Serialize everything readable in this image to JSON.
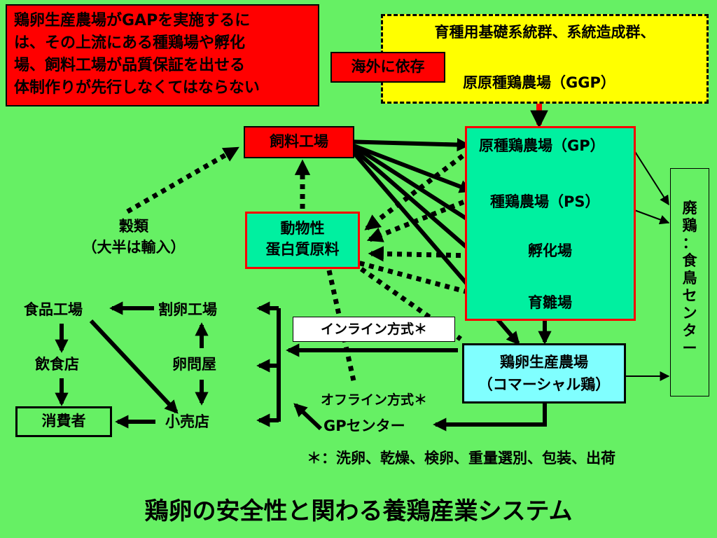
{
  "note": {
    "lines": [
      "鶏卵生産農場がGAPを実施するに",
      "は、その上流にある種鶏場や孵化",
      "場、飼料工場が品質保証を出せる",
      "体制作りが先行しなくてはならない"
    ]
  },
  "ggp": {
    "line1": "育種用基礎系統群、系統造成群、",
    "line2": "原原種鶏農場（GGP）"
  },
  "overseas": "海外に依存",
  "feed_factory": "飼料工場",
  "gp": "原種鶏農場（GP）",
  "ps": "種鶏農場（PS）",
  "hatchery": "孵化場",
  "rearing": "育雛場",
  "protein": {
    "line1": "動物性",
    "line2": "蛋白質原料"
  },
  "grain": {
    "line1": "穀類",
    "line2": "（大半は輸入）"
  },
  "spent_hen": [
    "廃",
    "鶏",
    "：",
    "食",
    "鳥",
    "セ",
    "ン",
    "タ",
    "ー"
  ],
  "food_factory": "食品工場",
  "egg_breaking": "割卵工場",
  "restaurant": "飲食店",
  "wholesaler": "卵問屋",
  "consumer": "消費者",
  "retailer": "小売店",
  "inline": "インライン方式＊",
  "egg_farm": {
    "line1": "鶏卵生産農場",
    "line2": "（コマーシャル鶏）"
  },
  "offline": "オフライン方式＊",
  "gp_center": "GPセンター",
  "footnote": "＊：洗卵、乾燥、検卵、重量選別、包装、出荷",
  "title": "鶏卵の安全性と関わる養鶏産業システム",
  "colors": {
    "background": "#66f064",
    "red": "#ff0000",
    "yellow": "#ffff00",
    "teal": "#00f0a0",
    "cyan": "#80ffff"
  }
}
